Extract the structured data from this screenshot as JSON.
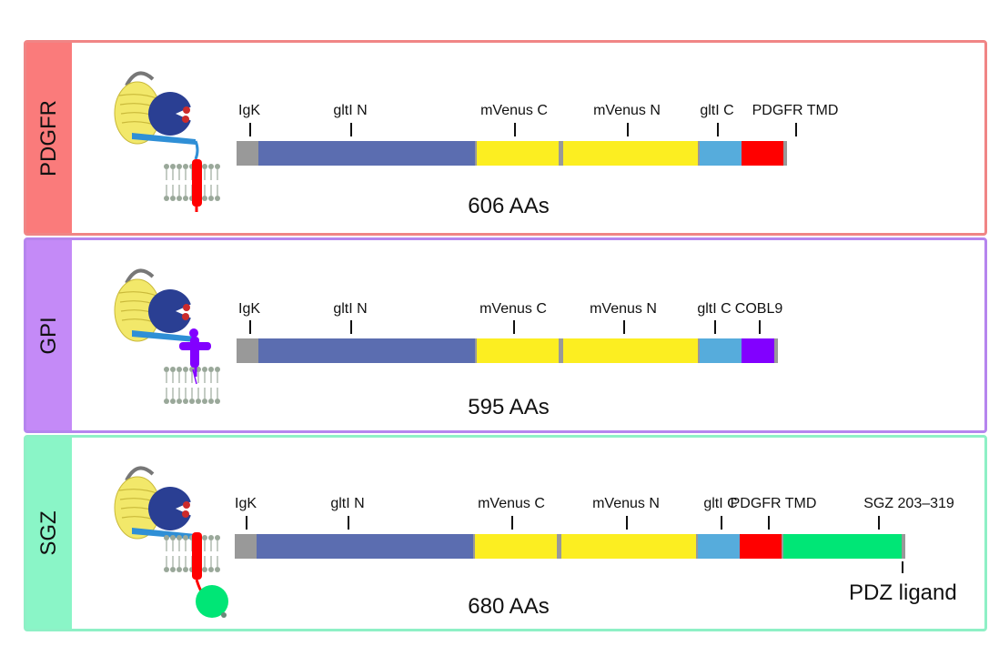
{
  "colors": {
    "igk": "#999999",
    "gltl_n": "#5b6db0",
    "mvenus": "#fcee21",
    "gltl_c": "#56acdc",
    "pdgfr_tmd": "#ff0000",
    "cobl9": "#8200ff",
    "sgz": "#00e676",
    "linker": "#999999"
  },
  "panels": [
    {
      "id": "pdgfr",
      "tab_label": "PDGFR",
      "border_color": "#f08585",
      "tab_color": "#fa7b7b",
      "anchor": "tmd",
      "length_label": "606 AAs",
      "domains": [
        {
          "key": "igk",
          "label": "IgK"
        },
        {
          "key": "gltl_n",
          "label": "gltI N"
        },
        {
          "key": "mvenus",
          "label": "mVenus C"
        },
        {
          "key": "mvenus",
          "label": "mVenus N"
        },
        {
          "key": "gltl_c",
          "label": "gltI C"
        },
        {
          "key": "pdgfr_tmd",
          "label": "PDGFR TMD"
        }
      ]
    },
    {
      "id": "gpi",
      "tab_label": "GPI",
      "border_color": "#b585ee",
      "tab_color": "#c48af7",
      "anchor": "gpi",
      "length_label": "595 AAs",
      "domains": [
        {
          "key": "igk",
          "label": "IgK"
        },
        {
          "key": "gltl_n",
          "label": "gltI N"
        },
        {
          "key": "mvenus",
          "label": "mVenus C"
        },
        {
          "key": "mvenus",
          "label": "mVenus N"
        },
        {
          "key": "gltl_c",
          "label": "gltI C"
        },
        {
          "key": "cobl9",
          "label": "COBL9"
        }
      ]
    },
    {
      "id": "sgz",
      "tab_label": "SGZ",
      "border_color": "#8ef0c6",
      "tab_color": "#8af5c7",
      "anchor": "tmd-sgz",
      "length_label": "680 AAs",
      "pdz_label": "PDZ ligand",
      "domains": [
        {
          "key": "igk",
          "label": "IgK"
        },
        {
          "key": "gltl_n",
          "label": "gltI N"
        },
        {
          "key": "mvenus",
          "label": "mVenus C"
        },
        {
          "key": "mvenus",
          "label": "mVenus N"
        },
        {
          "key": "gltl_c",
          "label": "gltI C"
        },
        {
          "key": "pdgfr_tmd",
          "label": "PDGFR TMD"
        },
        {
          "key": "sgz",
          "label": "SGZ 203–319"
        }
      ]
    }
  ]
}
